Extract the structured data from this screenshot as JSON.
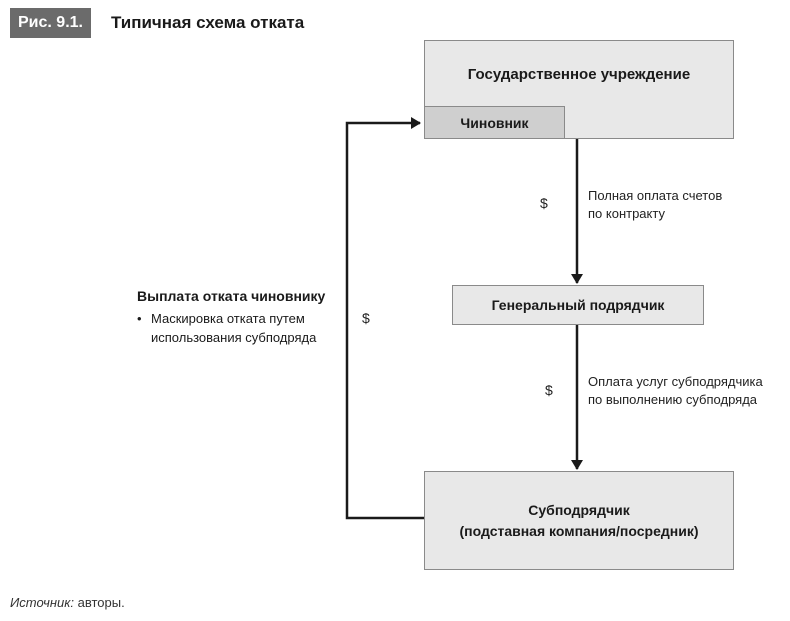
{
  "figure": {
    "label": "Рис. 9.1.",
    "title": "Типичная схема отката"
  },
  "nodes": {
    "government": "Государственное учреждение",
    "official": "Чиновник",
    "general_contractor": "Генеральный подрядчик",
    "subcontractor_line1": "Субподрядчик",
    "subcontractor_line2": "(подставная компания/посредник)"
  },
  "edges": {
    "full_payment_line1": "Полная оплата счетов",
    "full_payment_line2": "по контракту",
    "sub_payment_line1": "Оплата услуг субподрядчика",
    "sub_payment_line2": "по выполнению субподряда",
    "currency_symbol_1": "$",
    "currency_symbol_2": "$",
    "currency_symbol_3": "$"
  },
  "kickback_note": {
    "title": "Выплата отката чиновнику",
    "bullet": "•",
    "line1": "Маскировка отката путем",
    "line2": "использования субподряда"
  },
  "source": {
    "label": "Источник:",
    "text": " авторы."
  }
}
